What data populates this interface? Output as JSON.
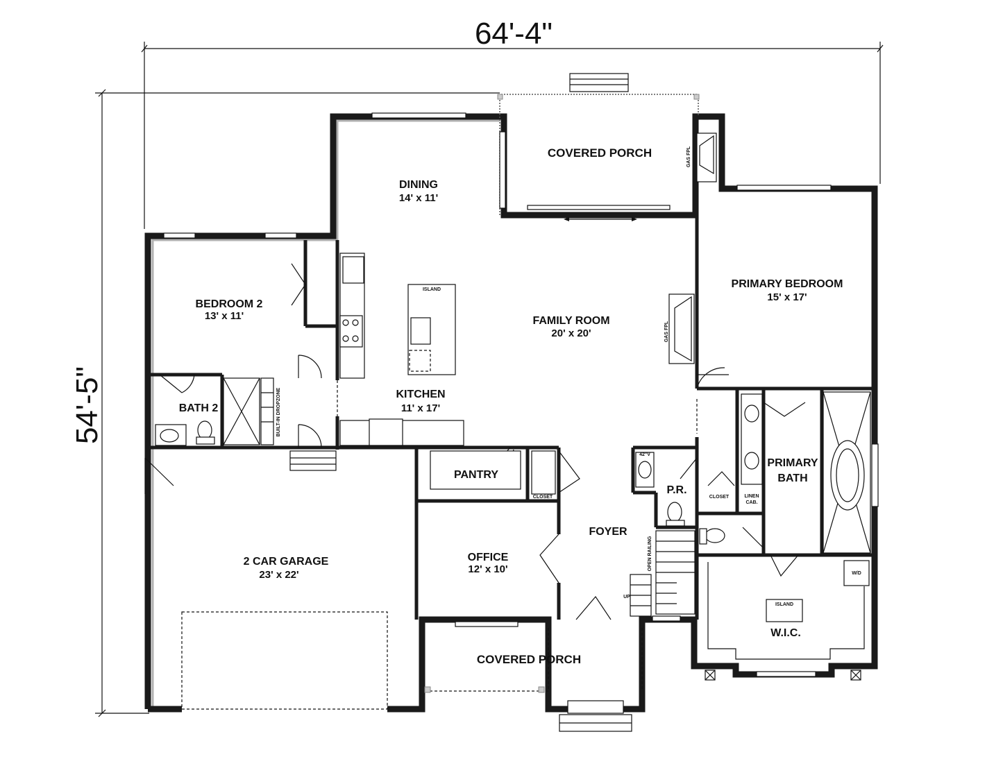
{
  "dimensions": {
    "width": "64'-4\"",
    "depth": "54'-5\""
  },
  "rooms": {
    "covered_porch_rear": "COVERED PORCH",
    "dining_name": "DINING",
    "dining_size": "14' x 11'",
    "bedroom2_name": "BEDROOM 2",
    "bedroom2_size": "13' x 11'",
    "family_name": "FAMILY ROOM",
    "family_size": "20' x 20'",
    "primary_bed_name": "PRIMARY BEDROOM",
    "primary_bed_size": "15' x 17'",
    "kitchen_name": "KITCHEN",
    "kitchen_size": "11' x 17'",
    "bath2": "BATH 2",
    "pantry": "PANTRY",
    "primary_bath_line1": "PRIMARY",
    "primary_bath_line2": "BATH",
    "pr": "P.R.",
    "foyer": "FOYER",
    "garage_name": "2 CAR GARAGE",
    "garage_size": "23' x 22'",
    "office_name": "OFFICE",
    "office_size": "12' x 10'",
    "covered_porch_front": "COVERED PORCH",
    "wic": "W.I.C."
  },
  "small_labels": {
    "island_kitchen": "ISLAND",
    "island_wic": "ISLAND",
    "gas_fpl_porch": "GAS FPL",
    "gas_fpl_family": "GAS FPL",
    "built_in_dropzone": "BUILT-IN DROPZONE",
    "closet_foyer": "CLOSET",
    "closet_bath": "CLOSET",
    "linen_line1": "LINEN",
    "linen_line2": "CAB.",
    "open_railing": "OPEN RAILING",
    "up": "UP",
    "vanity_42": "42\"V",
    "wd": "W/D"
  }
}
